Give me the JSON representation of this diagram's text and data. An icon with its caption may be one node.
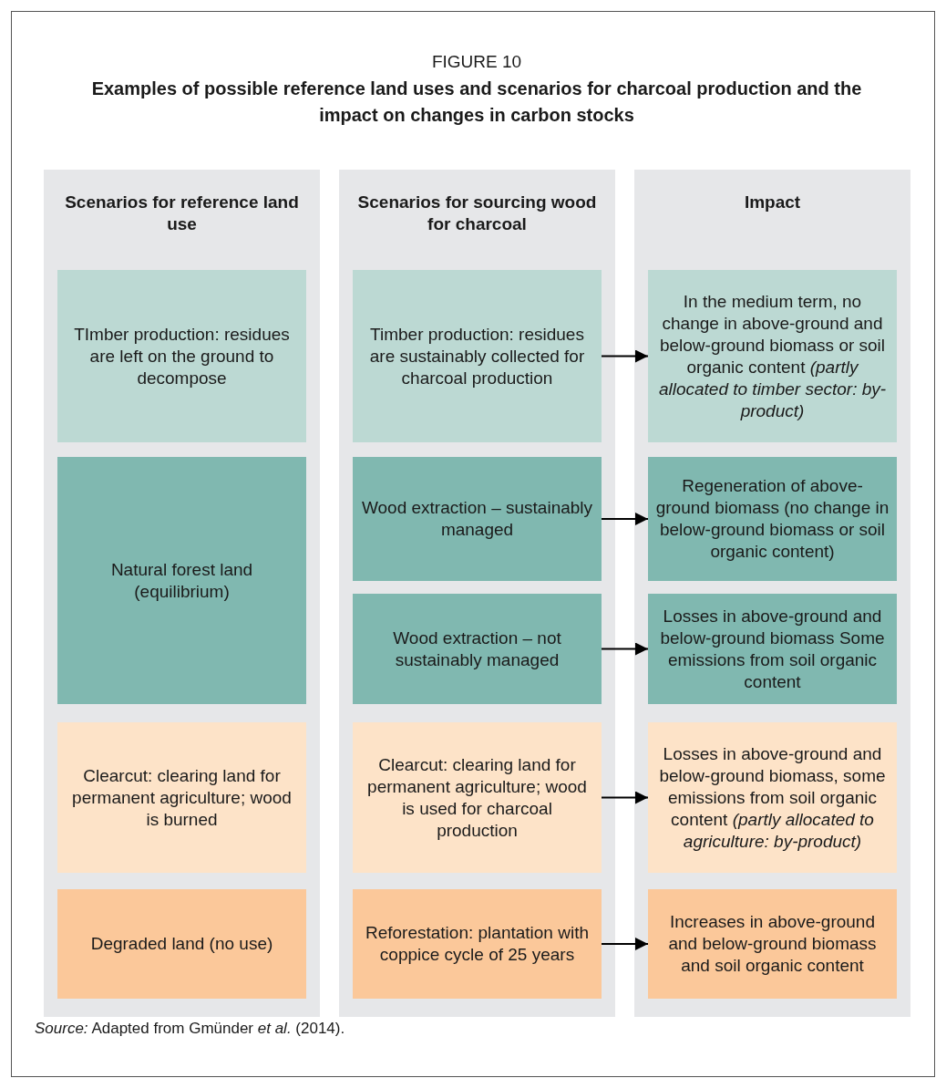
{
  "diagram": {
    "title": "Examples of possible reference land uses and scenarios for charcoal production and the impact on changes in carbon stocks",
    "caption": "*Source:* Adapted from Gmünder *et al.* (2014).",
    "labels": [
      "FIGURE 10"
    ],
    "nodes": [
      {
        "text": [
          "Scenarios for reference land use"
        ]
      },
      {
        "text": [
          "Scenarios for sourcing wood for charcoal"
        ]
      },
      {
        "text": [
          "Impact"
        ]
      },
      {
        "text": [
          "TImber production: residues are left on the ground to decompose"
        ],
        "in": 0
      },
      {
        "text": [
          "Natural forest land (equilibrium)"
        ],
        "in": 0
      },
      {
        "text": [
          "Clearcut: clearing land for permanent agriculture; wood is burned"
        ],
        "in": 0
      },
      {
        "text": [
          "Degraded land (no use)"
        ],
        "in": 0
      },
      {
        "text": [
          "Timber production: residues are sustainably collected for charcoal production"
        ],
        "in": 1
      },
      {
        "text": [
          "Wood extraction – sustainably managed"
        ],
        "in": 1
      },
      {
        "text": [
          "Wood extraction – not sustainably managed"
        ],
        "in": 1
      },
      {
        "text": [
          "Clearcut: clearing land for permanent agriculture; wood is used for charcoal production"
        ],
        "in": 1
      },
      {
        "text": [
          "Reforestation: plantation with coppice cycle of 25 years"
        ],
        "in": 1
      },
      {
        "text": [
          "In the medium term, no change in above-ground and below-ground biomass or soil organic content *(partly allocated to timber sector: by-product)*"
        ],
        "in": 2
      },
      {
        "text": [
          "Regeneration of above-ground biomass (no change in below-ground biomass or soil organic content)"
        ],
        "in": 2
      },
      {
        "text": [
          "Losses in above-ground and below-ground biomass Some emissions from soil organic content"
        ],
        "in": 2
      },
      {
        "text": [
          "Losses in above-ground and below-ground biomass, some emissions from soil organic content *(partly allocated to agriculture: by-product)*"
        ],
        "in": 2
      },
      {
        "text": [
          "Increases in above-ground and below-ground biomass and soil organic content"
        ],
        "in": 2
      }
    ],
    "edges": [
      {
        "from": 7,
        "to": 12,
        "arrow": "to"
      },
      {
        "from": 8,
        "to": 13,
        "arrow": "to"
      },
      {
        "from": 9,
        "to": 14,
        "arrow": "to"
      },
      {
        "from": 10,
        "to": 15,
        "arrow": "to"
      },
      {
        "from": 11,
        "to": 16,
        "arrow": "to"
      }
    ]
  }
}
